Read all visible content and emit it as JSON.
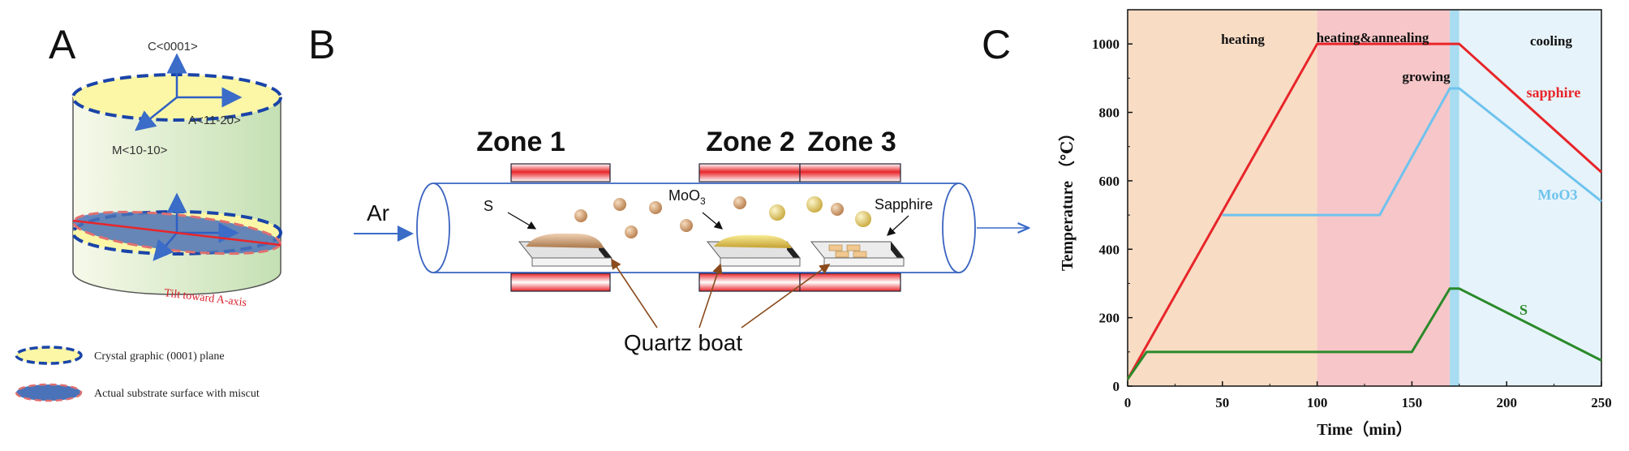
{
  "panel_a": {
    "label": "A",
    "axis_c": "C<0001>",
    "axis_a": "A<11-20>",
    "axis_m": "M<10-10>",
    "tilt_label": "Tilt toward A-axis",
    "legend": [
      {
        "text": "Crystal graphic (0001) plane"
      },
      {
        "text": "Actual substrate surface with miscut"
      }
    ]
  },
  "panel_b": {
    "label": "B",
    "zones": [
      "Zone 1",
      "Zone 2",
      "Zone 3"
    ],
    "gas": "Ar",
    "precursor_s": "S",
    "precursor_moo3_base": "MoO",
    "precursor_moo3_sub": "3",
    "substrate": "Sapphire",
    "boat_label": "Quartz boat"
  },
  "panel_c": {
    "label": "C"
  },
  "chart_data": {
    "type": "line",
    "xlabel": "Time（min）",
    "ylabel": "Temperature （℃）",
    "xlim": [
      0,
      250
    ],
    "ylim": [
      0,
      1100
    ],
    "xticks": [
      0,
      50,
      100,
      150,
      200,
      250
    ],
    "yticks": [
      0,
      200,
      400,
      600,
      800,
      1000
    ],
    "phases": [
      {
        "name": "heating",
        "start": 0,
        "end": 100,
        "color": "#f8dcc4"
      },
      {
        "name": "heating&annealing",
        "start": 100,
        "end": 170,
        "color": "#f7c6c8"
      },
      {
        "name": "growing",
        "start": 170,
        "end": 175,
        "color": "#a8dcf0"
      },
      {
        "name": "cooling",
        "start": 175,
        "end": 250,
        "color": "#e6f3fa"
      }
    ],
    "series": [
      {
        "name": "sapphire",
        "color": "#e8252a",
        "x": [
          0,
          100,
          175,
          250
        ],
        "y": [
          20,
          1000,
          1000,
          625
        ]
      },
      {
        "name": "MoO3",
        "color": "#6ec3ee",
        "x": [
          50,
          133,
          170,
          175,
          250
        ],
        "y": [
          500,
          500,
          870,
          870,
          540
        ]
      },
      {
        "name": "S",
        "color": "#2a8a2a",
        "x": [
          0,
          10,
          150,
          170,
          175,
          250
        ],
        "y": [
          20,
          100,
          100,
          285,
          285,
          75
        ]
      }
    ]
  }
}
